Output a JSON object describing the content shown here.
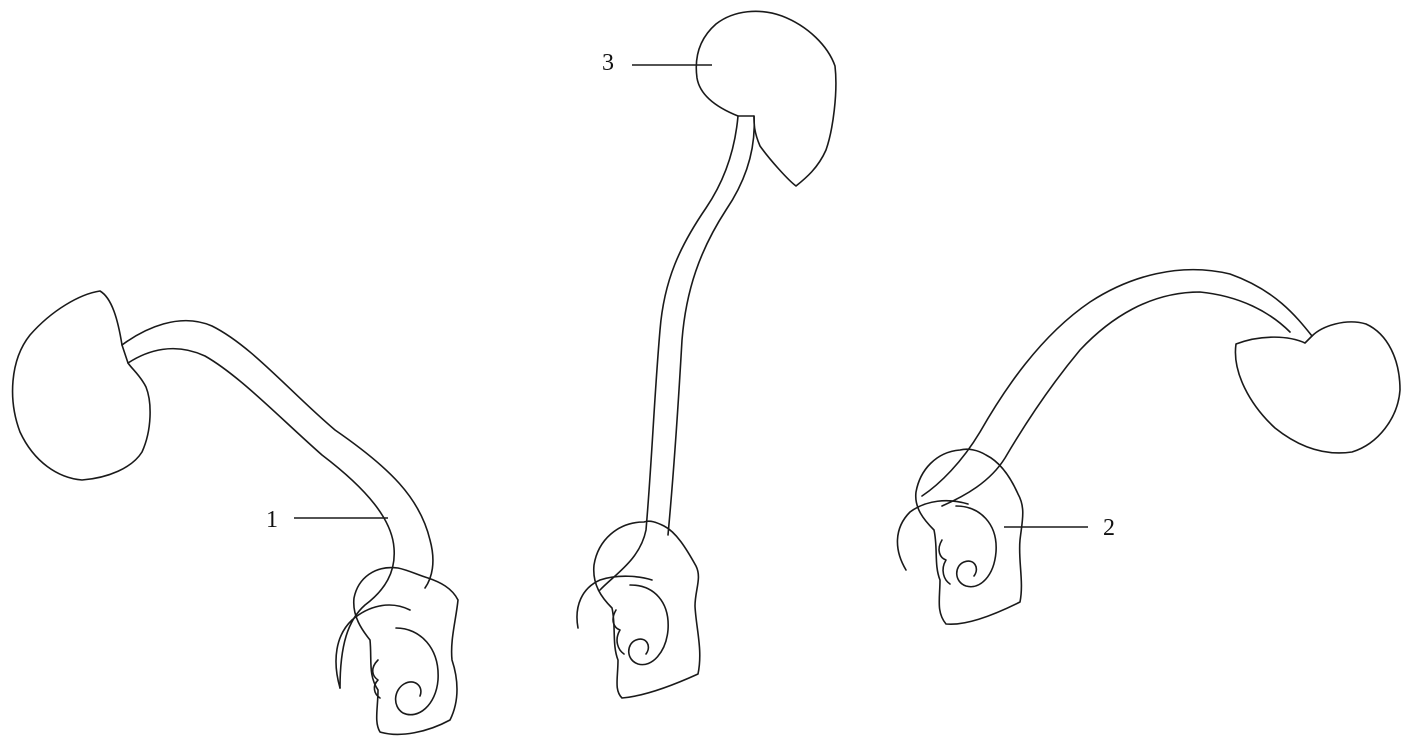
{
  "figures": [
    {
      "label": "1"
    },
    {
      "label": "2"
    },
    {
      "label": "3"
    }
  ]
}
